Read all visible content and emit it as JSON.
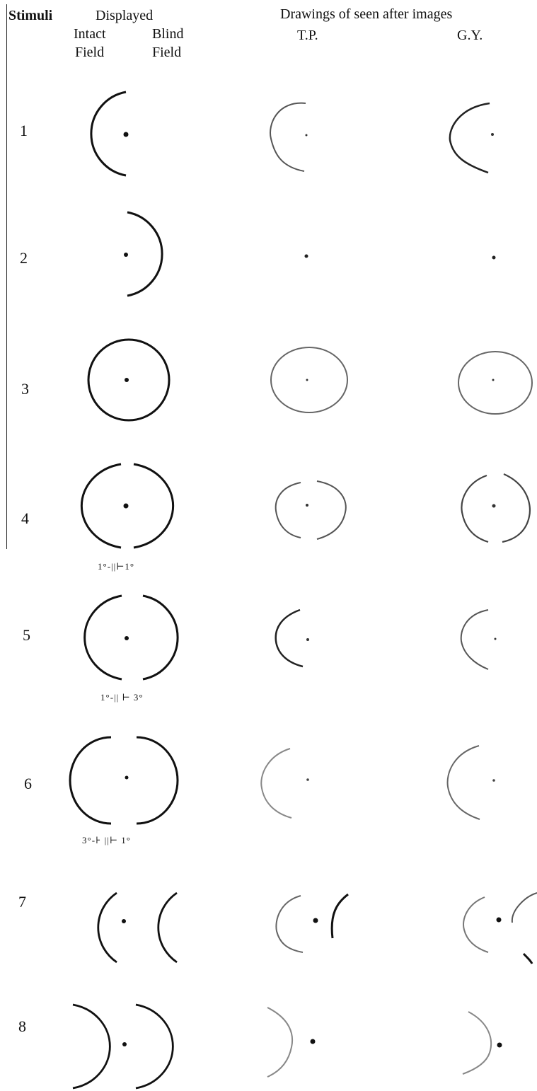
{
  "headers": {
    "stimuli": "Stimuli",
    "displayed": "Displayed",
    "intact": "Intact",
    "intact_field": "Field",
    "blind": "Blind",
    "blind_field": "Field",
    "drawings": "Drawings of seen after images",
    "subject_tp": "T.P.",
    "subject_gy": "G.Y."
  },
  "rows": [
    {
      "number": "1",
      "annotation": ""
    },
    {
      "number": "2",
      "annotation": ""
    },
    {
      "number": "3",
      "annotation": ""
    },
    {
      "number": "4",
      "annotation": "1°-||⊢1°"
    },
    {
      "number": "5",
      "annotation": "1°-|| ⊢ 3°"
    },
    {
      "number": "6",
      "annotation": "3°-⊦ ||⊢ 1°"
    },
    {
      "number": "7",
      "annotation": ""
    },
    {
      "number": "8",
      "annotation": ""
    }
  ],
  "colors": {
    "ink": "#111111",
    "drawn_ink": "#555555"
  }
}
